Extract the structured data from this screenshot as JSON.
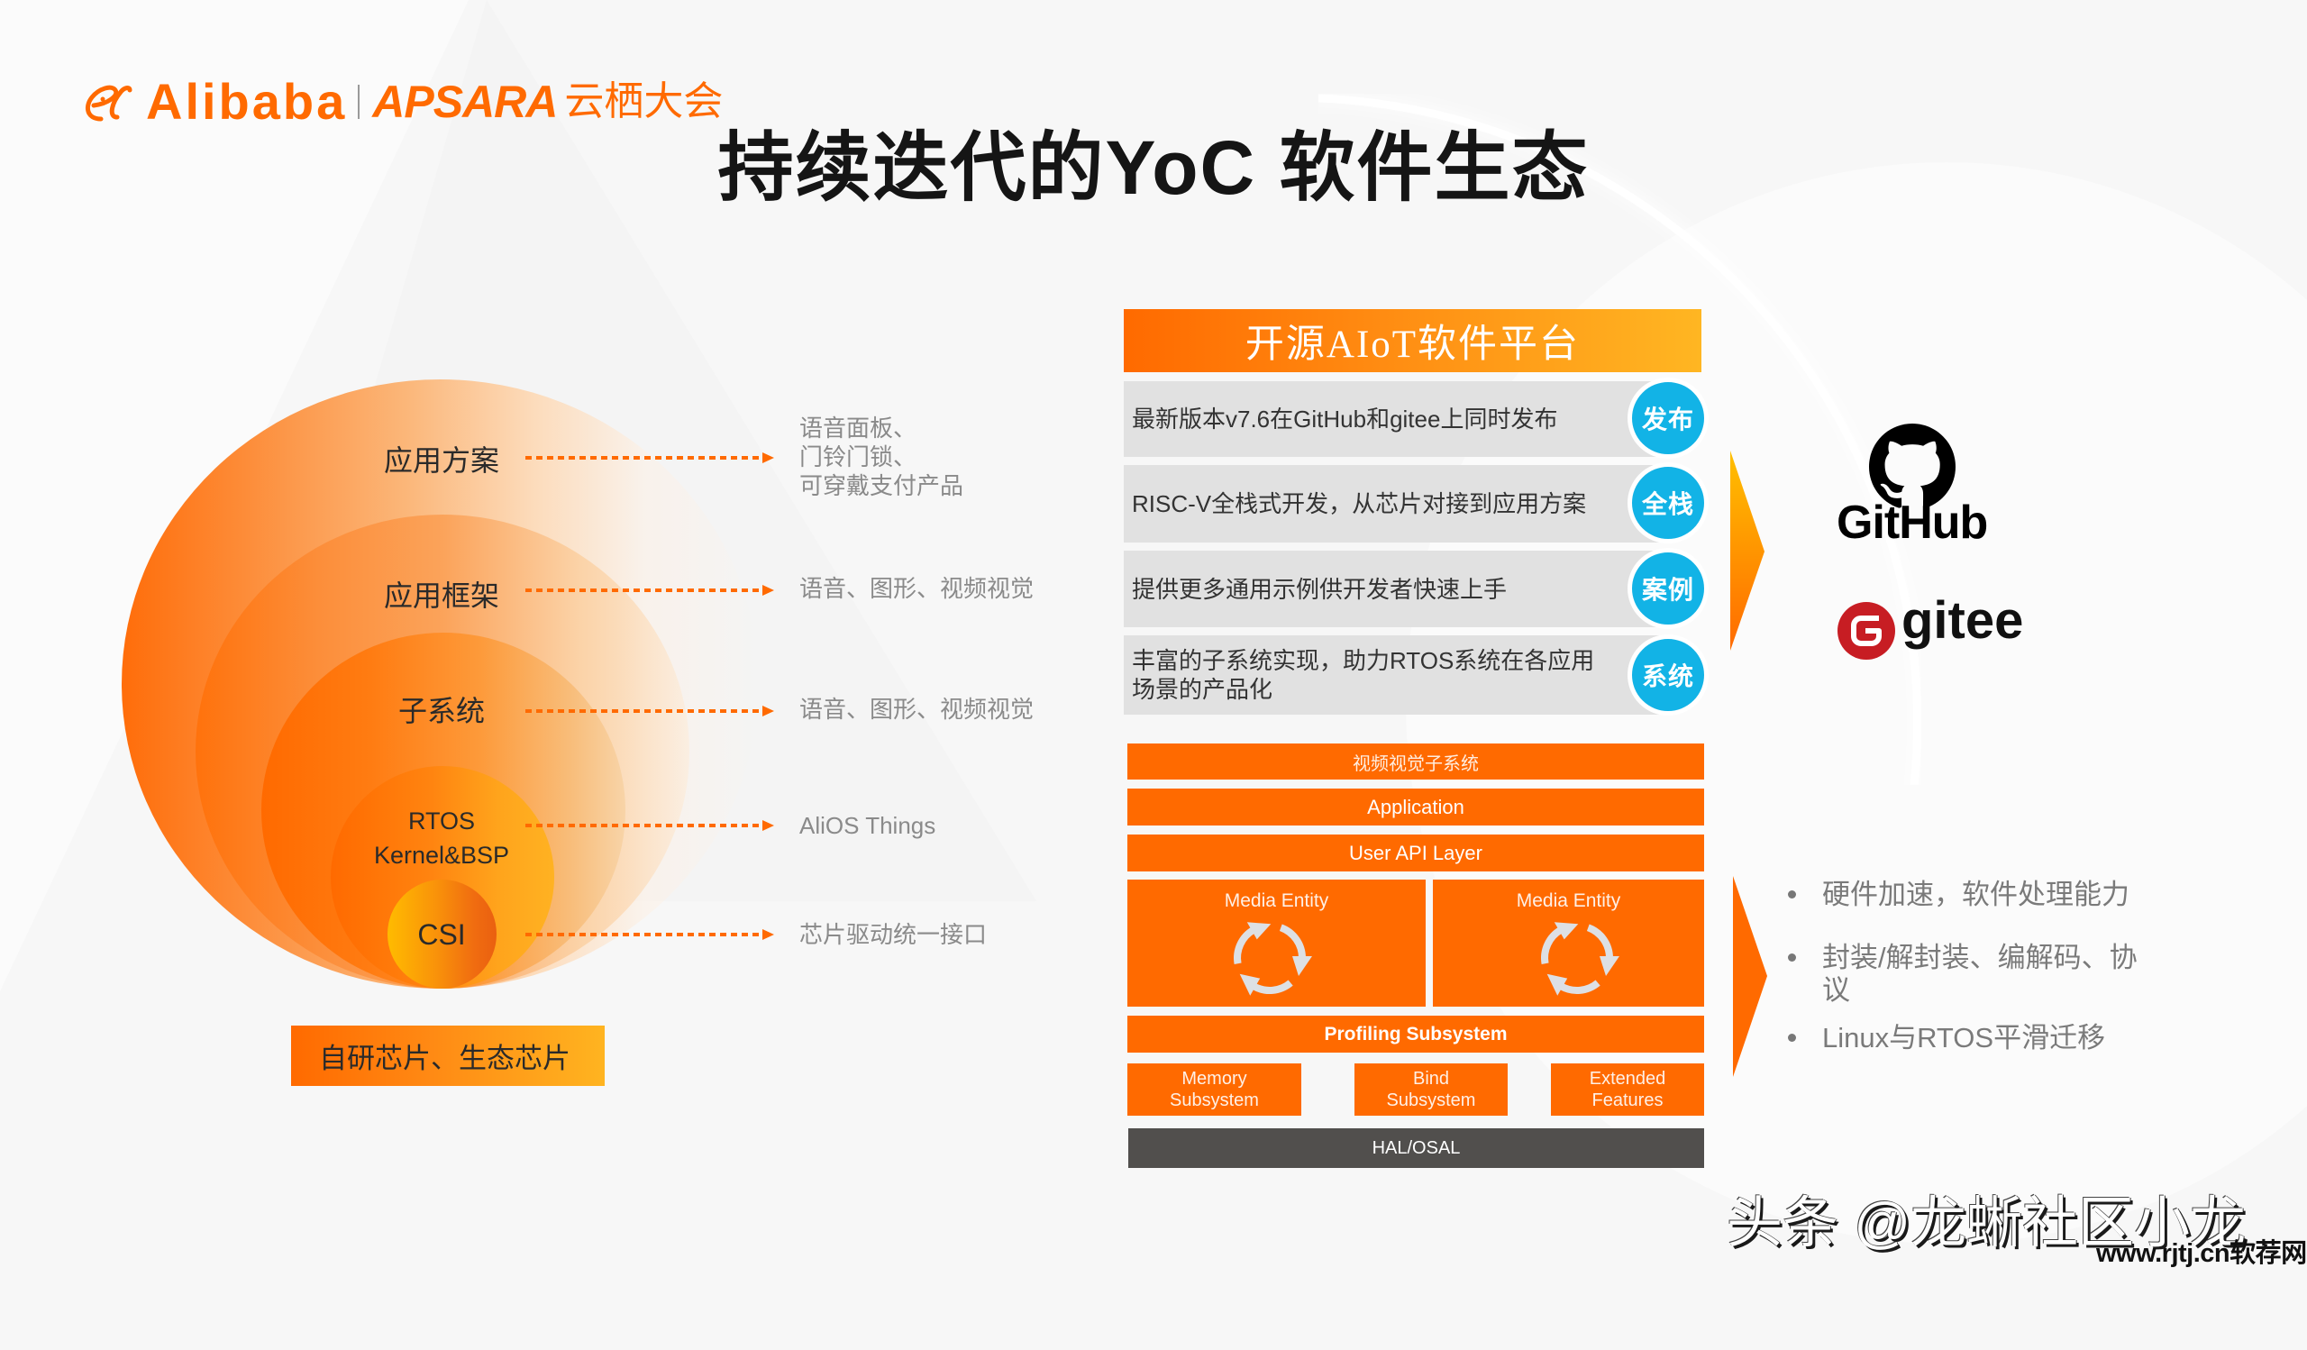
{
  "brand": {
    "alibaba": "Alibaba",
    "apsara": "APSARA",
    "event": "云栖大会"
  },
  "title": "持续迭代的YoC 软件生态",
  "layers": [
    {
      "label": "应用方案",
      "description": [
        "语音面板、",
        "门铃门锁、",
        "可穿戴支付产品"
      ]
    },
    {
      "label": "应用框架",
      "description": [
        "语音、图形、视频视觉"
      ]
    },
    {
      "label": "子系统",
      "description": [
        "语音、图形、视频视觉"
      ]
    },
    {
      "label": [
        "RTOS",
        "Kernel&BSP"
      ],
      "description": [
        "AliOS Things"
      ]
    },
    {
      "label": "CSI",
      "description": [
        "芯片驱动统一接口"
      ]
    }
  ],
  "chips_box": "自研芯片、生态芯片",
  "platform": {
    "title": "开源AIoT软件平台",
    "rows": [
      {
        "text": [
          "最新版本v7.6在GitHub和gitee上同时发布"
        ],
        "badge": "发布"
      },
      {
        "text": [
          "RISC-V全栈式开发，从芯片对接到应用方案"
        ],
        "badge": "全栈"
      },
      {
        "text": [
          "提供更多通用示例供开发者快速上手"
        ],
        "badge": "案例"
      },
      {
        "text": [
          "丰富的子系统实现，助力RTOS系统在各应用",
          "场景的产品化"
        ],
        "badge": "系统"
      }
    ]
  },
  "architecture": {
    "video_subsystem": "视频视觉子系统",
    "application": "Application",
    "user_api": "User API Layer",
    "media_entities": [
      {
        "label": "Media Entity",
        "icon": "cycle-arrows-icon"
      },
      {
        "label": "Media Entity",
        "icon": "cycle-arrows-icon"
      }
    ],
    "profiling": "Profiling Subsystem",
    "subsystems": [
      {
        "lines": [
          "Memory",
          "Subsystem"
        ]
      },
      {
        "lines": [
          "Bind",
          "Subsystem"
        ]
      },
      {
        "lines": [
          "Extended",
          "Features"
        ]
      }
    ],
    "hal": "HAL/OSAL"
  },
  "repositories": [
    {
      "name": "GitHub",
      "icon": "github-icon"
    },
    {
      "name": "gitee",
      "icon": "gitee-icon"
    }
  ],
  "features": [
    {
      "lines": [
        "硬件加速，软件处理能力"
      ]
    },
    {
      "lines": [
        "封装/解封装、编解码、协",
        "议"
      ]
    },
    {
      "lines": [
        "Linux与RTOS平滑迁移"
      ]
    }
  ],
  "watermark": {
    "main": "头条 @龙蜥社区小龙",
    "site": "www.rjtj.cn软荐网"
  },
  "colors": {
    "orange": "#ff6a00",
    "amber": "#ffb622",
    "badge_blue": "#12b3e6",
    "row_gray": "#e1e1e1",
    "hal_gray": "#514f4d",
    "text_dark": "#2a2a2a",
    "text_muted": "#8a8a8a",
    "gitee_red": "#c71d23"
  }
}
